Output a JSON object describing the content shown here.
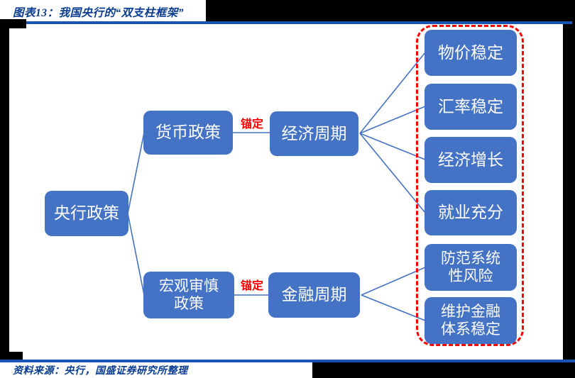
{
  "figure": {
    "title": "图表13：我国央行的“双支柱框架”"
  },
  "source_note": "资料来源：央行，国盛证券研究所整理",
  "diagram": {
    "root": "央行政策",
    "pillars": [
      {
        "policy": "货币政策",
        "anchor": "锚定",
        "cycle": "经济周期"
      },
      {
        "policy": "宏观审慎\n政策",
        "anchor": "锚定",
        "cycle": "金融周期"
      }
    ],
    "goals": [
      "物价稳定",
      "汇率稳定",
      "经济增长",
      "就业充分",
      "防范系统\n性风险",
      "维护金融\n体系稳定"
    ]
  },
  "colors": {
    "node_blue": "#4472C4",
    "accent_red": "#FF0000",
    "heading_navy": "#0a3d91",
    "rule_blue": "#1a54b0"
  }
}
